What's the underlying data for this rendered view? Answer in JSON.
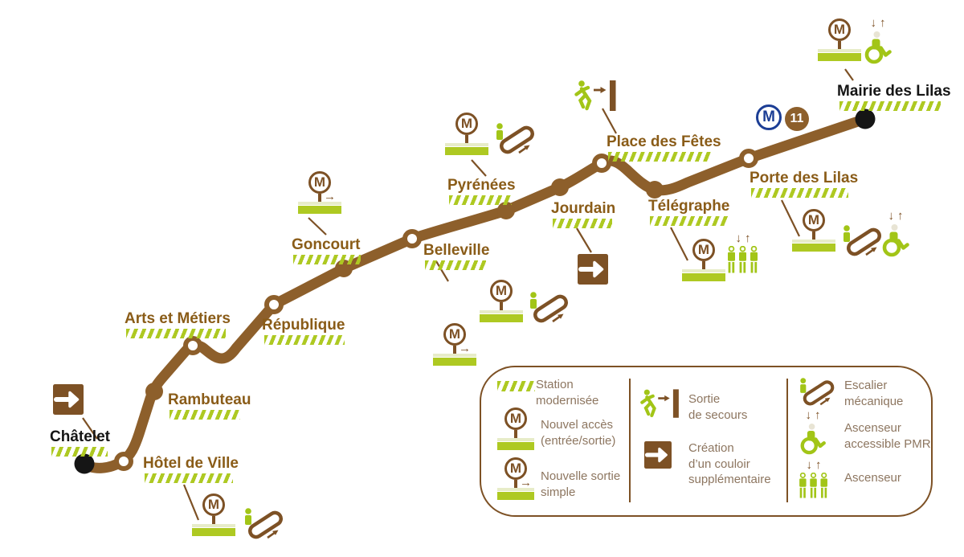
{
  "line_logo": {
    "metro_letter": "M",
    "line_number": "11"
  },
  "icons": {
    "m_letter": "M",
    "arrow_right": "→",
    "arrow_up": "↑",
    "arrow_down": "↓"
  },
  "colors": {
    "line_brown": "#8d5f2b",
    "icon_brown": "#7d5125",
    "label_brown": "#8a5c18",
    "green": "#aec922",
    "pale_green": "#e7ecc8",
    "metro_blue": "#1c3e95",
    "terminus_black": "#151515",
    "legend_text": "#8d7660",
    "background": "#ffffff"
  },
  "stations": [
    {
      "name": "Châtelet",
      "marker": "terminus-black",
      "modernized": true,
      "features": [
        "new-corridor"
      ]
    },
    {
      "name": "Hôtel de Ville",
      "marker": "open-circle",
      "modernized": true,
      "features": [
        "new-access",
        "escalator"
      ]
    },
    {
      "name": "Rambuteau",
      "marker": "solid-brown",
      "modernized": true,
      "features": []
    },
    {
      "name": "Arts et Métiers",
      "marker": "open-circle",
      "modernized": true,
      "features": []
    },
    {
      "name": "République",
      "marker": "open-circle",
      "modernized": true,
      "features": []
    },
    {
      "name": "Goncourt",
      "marker": "solid-brown",
      "modernized": true,
      "features": [
        "new-exit"
      ]
    },
    {
      "name": "Belleville",
      "marker": "open-circle",
      "modernized": true,
      "features": [
        "new-exit",
        "new-access",
        "escalator"
      ]
    },
    {
      "name": "Pyrénées",
      "marker": "solid-brown",
      "modernized": true,
      "features": [
        "new-access",
        "escalator"
      ]
    },
    {
      "name": "Jourdain",
      "marker": "solid-brown",
      "modernized": true,
      "features": [
        "new-corridor"
      ]
    },
    {
      "name": "Place des Fêtes",
      "marker": "open-circle",
      "modernized": true,
      "features": [
        "emergency-exit"
      ]
    },
    {
      "name": "Télégraphe",
      "marker": "solid-brown",
      "modernized": true,
      "features": [
        "new-access",
        "elevator"
      ]
    },
    {
      "name": "Porte des Lilas",
      "marker": "open-circle",
      "modernized": true,
      "features": [
        "new-access",
        "escalator",
        "elevator-pmr"
      ]
    },
    {
      "name": "Mairie des Lilas",
      "marker": "terminus-black",
      "modernized": true,
      "features": [
        "new-access",
        "elevator-pmr"
      ]
    }
  ],
  "legend": {
    "items": [
      {
        "icon": "hatch",
        "label": "Station\nmodernisée"
      },
      {
        "icon": "new-access",
        "label": "Nouvel accès\n(entrée/sortie)"
      },
      {
        "icon": "new-exit",
        "label": "Nouvelle sortie\nsimple"
      },
      {
        "icon": "emergency-exit",
        "label": "Sortie\nde secours"
      },
      {
        "icon": "new-corridor",
        "label": "Création\nd’un couloir\nsupplémentaire"
      },
      {
        "icon": "escalator",
        "label": "Escalier\nmécanique"
      },
      {
        "icon": "elevator-pmr",
        "label": "Ascenseur\naccessible PMR"
      },
      {
        "icon": "elevator",
        "label": "Ascenseur"
      }
    ]
  }
}
